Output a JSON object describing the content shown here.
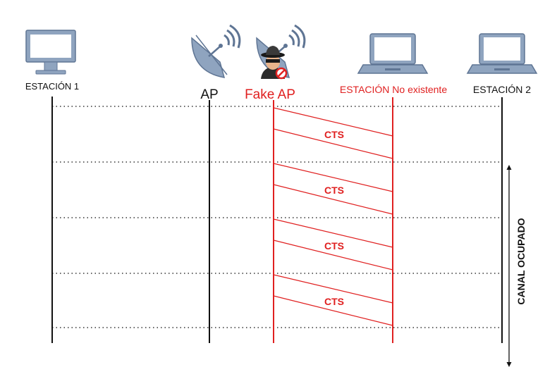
{
  "colors": {
    "accent": "#e02020",
    "line": "#111111",
    "icon_blue": "#8fa4bf",
    "icon_stroke": "#5f7594",
    "dotted": "#333333"
  },
  "nodes": [
    {
      "id": "estacion1",
      "label": "ESTACIÓN 1",
      "icon": "desktop-monitor-icon",
      "color": "#111111"
    },
    {
      "id": "ap",
      "label": "AP",
      "icon": "satellite-dish-icon",
      "color": "#111111"
    },
    {
      "id": "fake_ap",
      "label": "Fake AP",
      "icon": "spy-satellite-dish-icon",
      "color": "#e02020"
    },
    {
      "id": "estacion_no_existente",
      "label": "ESTACIÓN No existente",
      "icon": "laptop-icon",
      "color": "#e02020"
    },
    {
      "id": "estacion2",
      "label": "ESTACIÓN 2",
      "icon": "laptop-icon",
      "color": "#111111"
    }
  ],
  "messages": [
    {
      "from": "fake_ap",
      "to": "estacion_no_existente",
      "label": "CTS"
    },
    {
      "from": "fake_ap",
      "to": "estacion_no_existente",
      "label": "CTS"
    },
    {
      "from": "fake_ap",
      "to": "estacion_no_existente",
      "label": "CTS"
    },
    {
      "from": "fake_ap",
      "to": "estacion_no_existente",
      "label": "CTS"
    }
  ],
  "side_annotation": {
    "label": "CANAL OCUPADO",
    "icon": "double-arrow-vertical-icon"
  }
}
